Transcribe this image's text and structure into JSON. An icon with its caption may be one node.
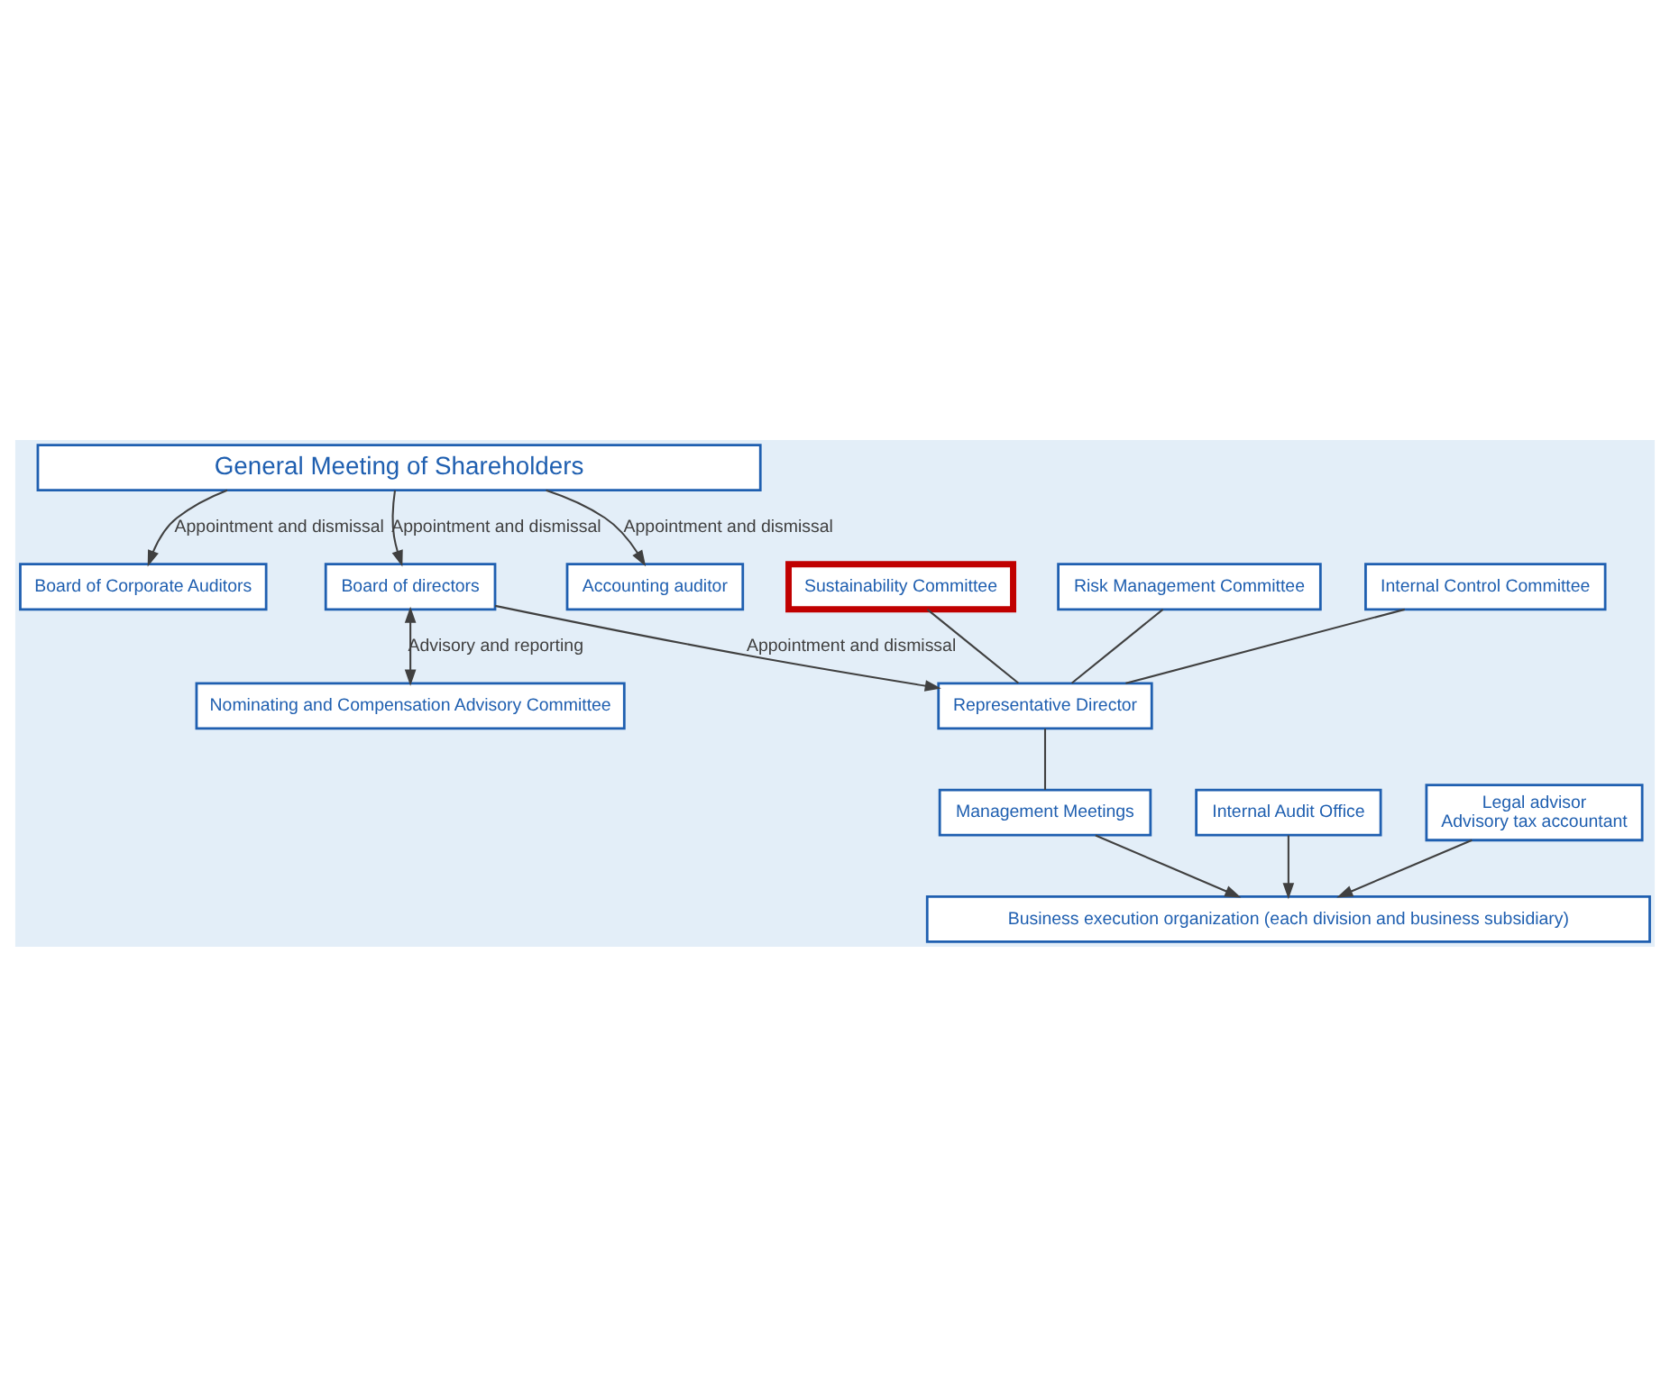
{
  "diagram": {
    "nodes": [
      {
        "text": [
          "General Meeting of Shareholders"
        ]
      },
      {
        "text": [
          "Board of Corporate Auditors"
        ]
      },
      {
        "text": [
          "Board of directors"
        ]
      },
      {
        "text": [
          "Accounting auditor"
        ]
      },
      {
        "text": [
          "Nominating and Compensation Advisory Committee"
        ]
      },
      {
        "text": [
          "Representative Director"
        ]
      },
      {
        "text": [
          "Sustainability Committee"
        ]
      },
      {
        "text": [
          "Risk Management Committee"
        ]
      },
      {
        "text": [
          "Internal Control Committee"
        ]
      },
      {
        "text": [
          "Management Meetings"
        ]
      },
      {
        "text": [
          "Internal Audit Office"
        ]
      },
      {
        "text": [
          "Legal advisor",
          "Advisory tax accountant"
        ]
      },
      {
        "text": [
          "Business execution organization (each division and business subsidiary)"
        ]
      }
    ],
    "edges": [
      {
        "from": 0,
        "to": 1,
        "arrow": "to",
        "label": "Appointment and dismissal"
      },
      {
        "from": 0,
        "to": 2,
        "arrow": "to",
        "label": "Appointment and dismissal"
      },
      {
        "from": 0,
        "to": 3,
        "arrow": "to",
        "label": "Appointment and dismissal"
      },
      {
        "from": 2,
        "to": 4,
        "arrow": "both",
        "label": "Advisory and reporting"
      },
      {
        "from": 2,
        "to": 5,
        "arrow": "to",
        "label": "Appointment and dismissal"
      },
      {
        "from": 6,
        "to": 5,
        "arrow": "none"
      },
      {
        "from": 7,
        "to": 5,
        "arrow": "none"
      },
      {
        "from": 8,
        "to": 5,
        "arrow": "none"
      },
      {
        "from": 5,
        "to": 9,
        "arrow": "none"
      },
      {
        "from": 9,
        "to": 12,
        "arrow": "to"
      },
      {
        "from": 10,
        "to": 12,
        "arrow": "to"
      },
      {
        "from": 11,
        "to": 12,
        "arrow": "to"
      }
    ]
  }
}
